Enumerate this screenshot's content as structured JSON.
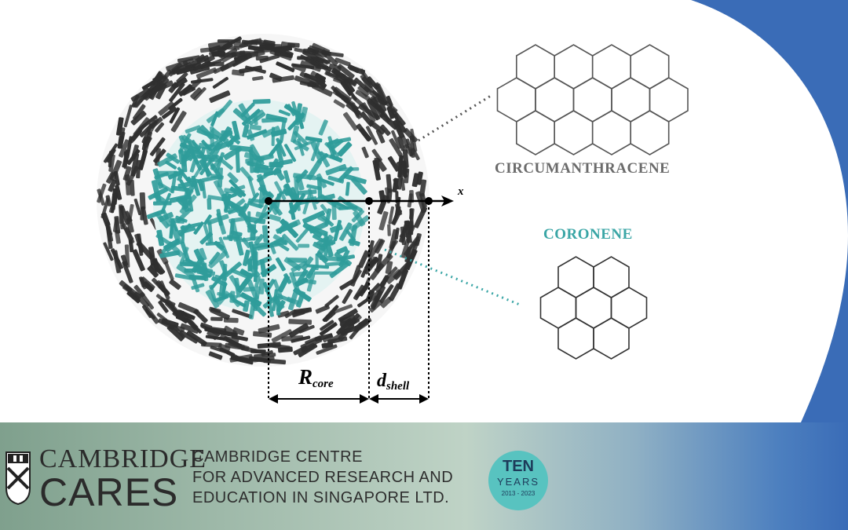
{
  "labels": {
    "circumanthracene": "CIRCUMANTHRACENE",
    "coronene": "CORONENE",
    "r_main": "R",
    "r_sub": "core",
    "d_main": "d",
    "d_sub": "shell",
    "axis": "x"
  },
  "footer": {
    "logo_line1": "CAMBRIDGE",
    "logo_line2": "CARES",
    "org_line1": "CAMBRIDGE CENTRE",
    "org_line2": "FOR ADVANCED RESEARCH AND",
    "org_line3": "EDUCATION IN SINGAPORE LTD.",
    "badge_line1": "TEN",
    "badge_line2": "YEARS",
    "badge_line3": "2013 - 2023"
  },
  "colors": {
    "shell": "#2f2f2f",
    "core": "#2f9c9a",
    "accent_blue": "#3a6cb7",
    "label_teal": "#3aa6a6",
    "label_gray": "#6b6b6b"
  }
}
